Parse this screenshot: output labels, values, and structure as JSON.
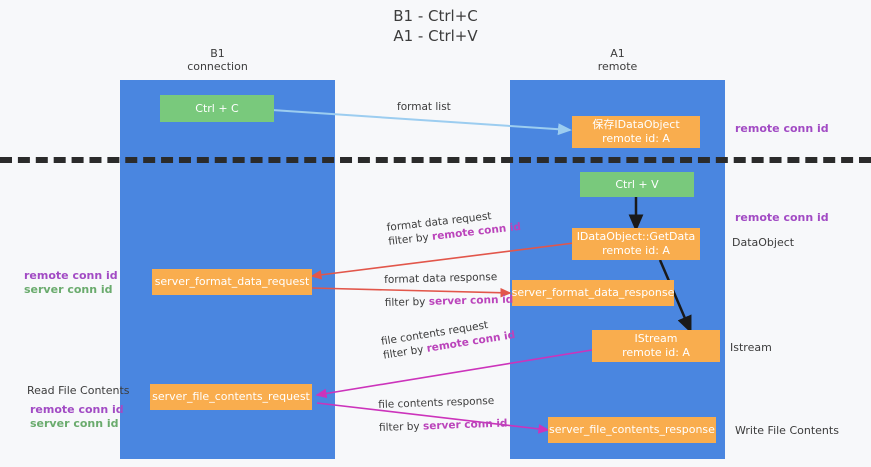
{
  "title": "B1 - Ctrl+C\nA1 - Ctrl+V",
  "columns": [
    {
      "name": "B1",
      "subtitle": "connection",
      "header": "B1\nconnection"
    },
    {
      "name": "A1",
      "subtitle": "remote",
      "header": "A1\nremote"
    }
  ],
  "nodes": {
    "ctrl_c": "Ctrl + C",
    "ctrl_v": "Ctrl + V",
    "save_idataobject": "保存IDataObject\nremote id: A",
    "idataobject_getdata": "IDataObject::GetData\nremote id: A",
    "server_format_data_request": "server_format_data_request",
    "server_format_data_response": "server_format_data_response",
    "istream": "IStream\nremote id: A",
    "server_file_contents_request": "server_file_contents_request",
    "server_file_contents_response": "server_file_contents_response"
  },
  "edges": {
    "format_list": "format list",
    "format_data_request": "format data request",
    "format_data_request_filter_prefix": "filter by ",
    "format_data_request_filter_key": "remote conn id",
    "format_data_response": "format data response",
    "format_data_response_filter_prefix": "filter by ",
    "format_data_response_filter_key": "server conn id",
    "file_contents_request": "file contents request",
    "file_contents_request_filter_prefix": "filter by ",
    "file_contents_request_filter_key": "remote conn id",
    "file_contents_response": "file contents response",
    "file_contents_response_filter_prefix": "filter by ",
    "file_contents_response_filter_key": "server conn id"
  },
  "annotations": {
    "right_remote_conn_id_top": "remote conn id",
    "right_remote_conn_id_mid": "remote conn id",
    "right_dataobject": "DataObject",
    "right_istream": "Istream",
    "right_write_file_contents": "Write File Contents",
    "left_remote_conn_id": "remote conn id",
    "left_server_conn_id": "server conn id",
    "left_read_file_contents": "Read File Contents",
    "left_remote_conn_id_2": "remote conn id",
    "left_server_conn_id_2": "server conn id"
  },
  "colors": {
    "lane": "#4a86e0",
    "green_node": "#79c97c",
    "orange_node": "#f9ad4e",
    "purple_label": "#a24bc4",
    "green_label": "#6aab6d",
    "magenta_arrow": "#cc33bb",
    "red_arrow": "#e2564a",
    "blue_arrow": "#9ccdf0",
    "black_arrow": "#1a1a1a",
    "background": "#f7f8fa",
    "divider": "#2b2b2b"
  }
}
